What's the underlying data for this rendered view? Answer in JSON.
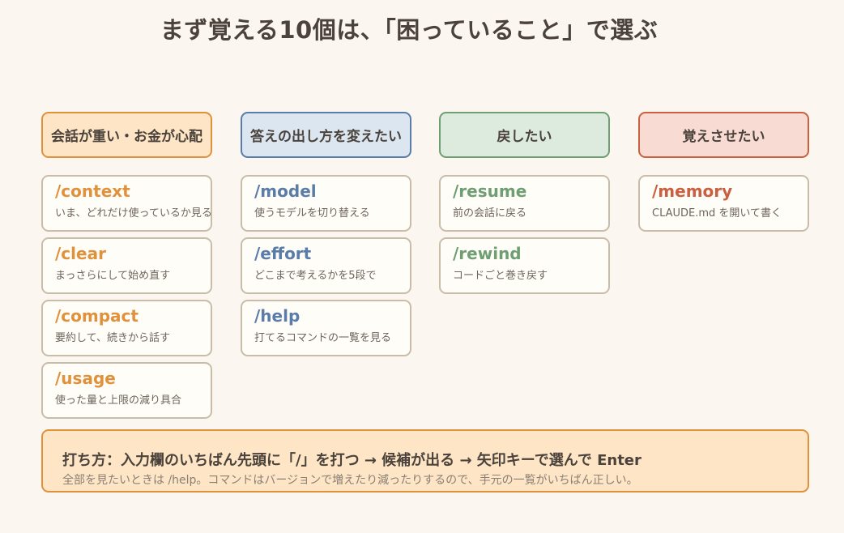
{
  "title": "まず覚える10個は、「困っていること」で選ぶ",
  "columns": [
    {
      "header": "会話が重い・お金が心配",
      "header_bg": "#fde5c6",
      "header_border": "#e0913b",
      "cmd_color": "#e0913b",
      "items": [
        {
          "cmd": "/context",
          "desc": "いま、どれだけ使っているか見る"
        },
        {
          "cmd": "/clear",
          "desc": "まっさらにして始め直す"
        },
        {
          "cmd": "/compact",
          "desc": "要約して、続きから話す"
        },
        {
          "cmd": "/usage",
          "desc": "使った量と上限の減り具合"
        }
      ]
    },
    {
      "header": "答えの出し方を変えたい",
      "header_bg": "#dce6f1",
      "header_border": "#5a7ca8",
      "cmd_color": "#5a7ca8",
      "items": [
        {
          "cmd": "/model",
          "desc": "使うモデルを切り替える"
        },
        {
          "cmd": "/effort",
          "desc": "どこまで考えるかを5段で"
        },
        {
          "cmd": "/help",
          "desc": "打てるコマンドの一覧を見る"
        }
      ]
    },
    {
      "header": "戻したい",
      "header_bg": "#dcebdd",
      "header_border": "#6e9e72",
      "cmd_color": "#6e9e72",
      "items": [
        {
          "cmd": "/resume",
          "desc": "前の会話に戻る"
        },
        {
          "cmd": "/rewind",
          "desc": "コードごと巻き戻す"
        }
      ]
    },
    {
      "header": "覚えさせたい",
      "header_bg": "#f8dcd4",
      "header_border": "#c9603f",
      "cmd_color": "#c9603f",
      "items": [
        {
          "cmd": "/memory",
          "desc": "CLAUDE.md を開いて書く"
        }
      ]
    }
  ],
  "tip": {
    "main": "打ち方：入力欄のいちばん先頭に「/」を打つ → 候補が出る → 矢印キーで選んで Enter",
    "sub": "全部を見たいときは /help。コマンドはバージョンで増えたり減ったりするので、手元の一覧がいちばん正しい。"
  }
}
